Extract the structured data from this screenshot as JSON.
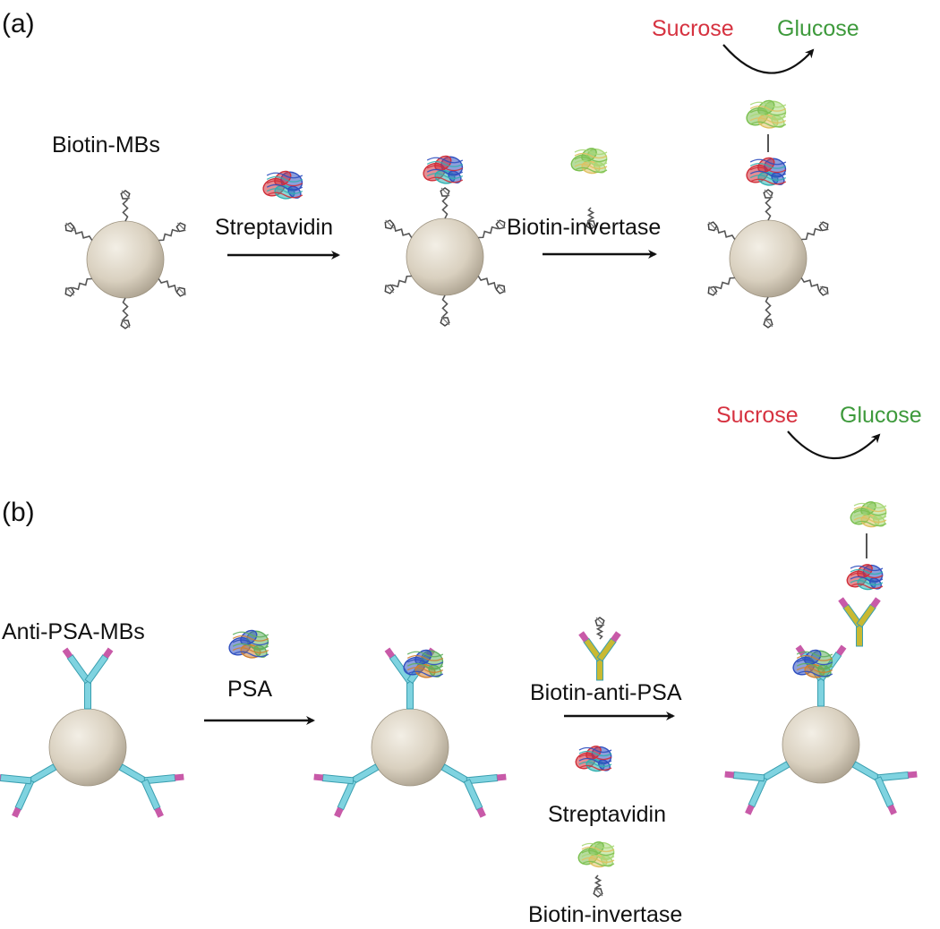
{
  "panel_a": {
    "tag": "(a)",
    "start_label": "Biotin-MBs",
    "step1_label": "Streptavidin",
    "step2_label": "Biotin-invertase",
    "reaction": {
      "substrate": "Sucrose",
      "product": "Glucose"
    }
  },
  "panel_b": {
    "tag": "(b)",
    "start_label": "Anti-PSA-MBs",
    "step1_label": "PSA",
    "step2_labels": [
      "Biotin-anti-PSA",
      "Streptavidin",
      "Biotin-invertase"
    ],
    "reaction": {
      "substrate": "Sucrose",
      "product": "Glucose"
    }
  },
  "colors": {
    "bead": "#d9d0bf",
    "substrate_text": "#d63240",
    "product_text": "#3e9a3c",
    "antibody": "#7fd3e0",
    "antibody_tip": "#c85aa8",
    "secondary_antibody": "#c9b932",
    "streptavidin": [
      "#d0303a",
      "#3050c0",
      "#30b0b0"
    ],
    "invertase": [
      "#7cc050",
      "#a8d878",
      "#e0c060"
    ],
    "psa": [
      "#3050c0",
      "#60b060",
      "#d08030"
    ]
  },
  "icons": {
    "bead": "magnetic-bead",
    "biotin": "biotin-linker",
    "streptavidin": "streptavidin-protein",
    "invertase": "invertase-enzyme",
    "psa": "psa-antigen",
    "antibody": "y-antibody",
    "arrow": "right-arrow",
    "reaction_arrow": "curved-arrow"
  }
}
